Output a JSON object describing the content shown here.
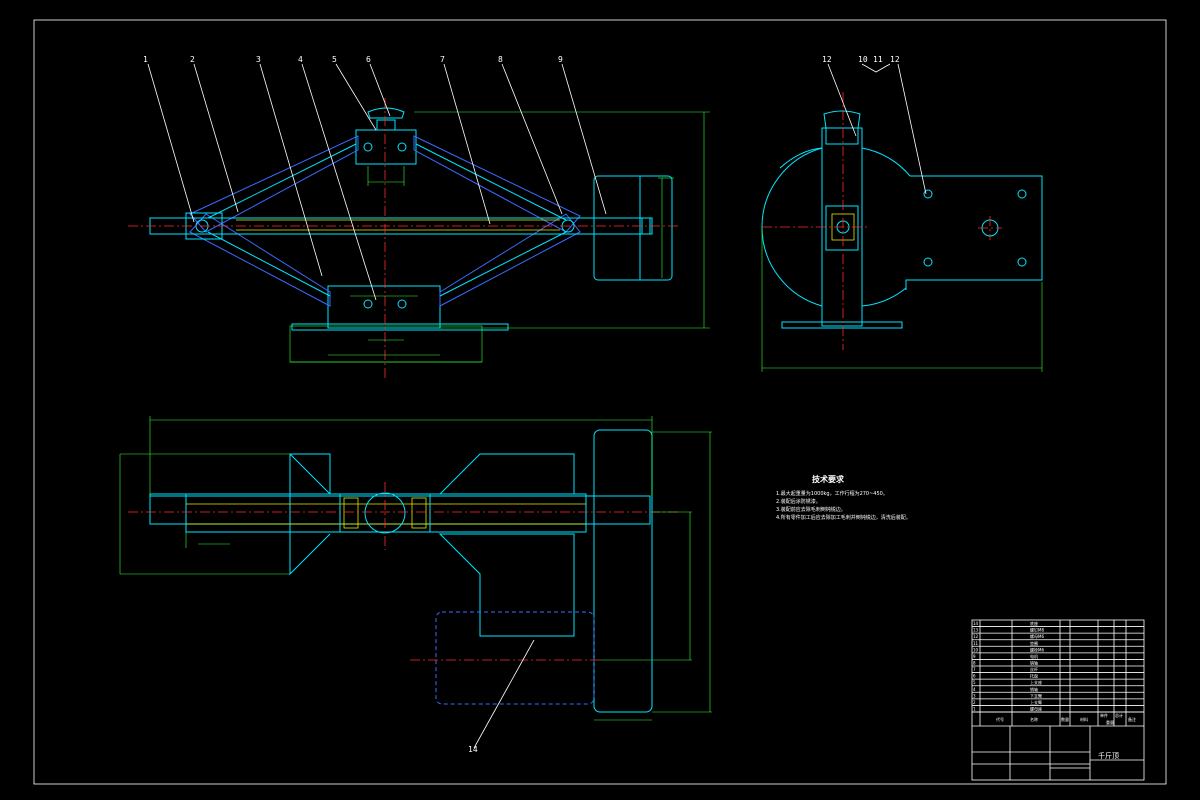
{
  "part_labels": [
    "1",
    "2",
    "3",
    "4",
    "5",
    "6",
    "7",
    "8",
    "9",
    "12",
    "10",
    "11",
    "12",
    "14"
  ],
  "tech_req": {
    "title": "技术要求",
    "lines": [
      "1.最大起重量为1000kg，工作行程为270~450。",
      "2.装配后涂防锈漆。",
      "3.装配前应去除毛刺倒钝锐边。",
      "4.所有零件加工后应去除加工毛刺并倒钝锐边，清洗后装配。"
    ]
  },
  "title_block": {
    "name": "千斤顶",
    "header": {
      "code": "代号",
      "name": "名称",
      "qty": "数量",
      "material": "材料",
      "unit_weight": "单件",
      "total_weight": "总计",
      "weight": "重量",
      "remark": "备注"
    },
    "bom_rows": [
      {
        "no": "14",
        "name": "底座"
      },
      {
        "no": "13",
        "name": "螺钉M8"
      },
      {
        "no": "12",
        "name": "螺母M6"
      },
      {
        "no": "11",
        "name": "垫圈"
      },
      {
        "no": "10",
        "name": "螺栓M6"
      },
      {
        "no": "9",
        "name": "电机"
      },
      {
        "no": "8",
        "name": "销轴"
      },
      {
        "no": "7",
        "name": "丝杆"
      },
      {
        "no": "6",
        "name": "托盘"
      },
      {
        "no": "5",
        "name": "上支座"
      },
      {
        "no": "4",
        "name": "销轴"
      },
      {
        "no": "3",
        "name": "下支臂"
      },
      {
        "no": "2",
        "name": "上支臂"
      },
      {
        "no": "1",
        "name": "螺母座"
      }
    ]
  },
  "colors": {
    "background": "#000000",
    "border": "#ffffff",
    "part_outline": "#00e5ff",
    "hidden_blue": "#3a6bff",
    "dimension": "#33ff33",
    "centerline": "#ff2b2b",
    "marker": "#ff00ff",
    "yellow": "#e8e800"
  }
}
